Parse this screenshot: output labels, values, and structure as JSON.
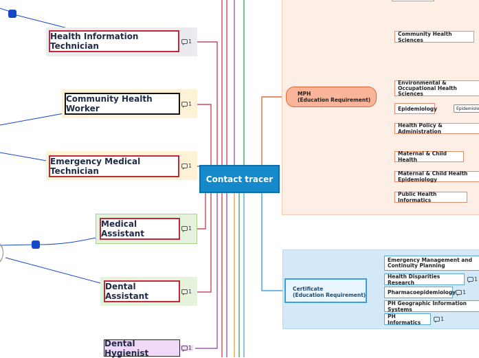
{
  "center": {
    "label": "Contact tracer"
  },
  "left_nodes": [
    {
      "label": "Health Information Technician",
      "comments": "1"
    },
    {
      "label": "Community Health Worker",
      "comments": "1"
    },
    {
      "label": "Emergency Medical Technician",
      "comments": "1"
    },
    {
      "label": "Medical Assistant",
      "comments": "1"
    },
    {
      "label": "Dental Assistant",
      "comments": "1"
    },
    {
      "label": "Dental Hygienist",
      "comments": "1"
    }
  ],
  "mph": {
    "label": "MPH\n(Education Requirement)",
    "items": [
      {
        "label": "Community Health Sciences"
      },
      {
        "label": "Environmental & Occupational Health Sciences"
      },
      {
        "label": "Epidemiology",
        "sub": "Epidemiology"
      },
      {
        "label": "Health Policy & Administration"
      },
      {
        "label": "Maternal & Child Health"
      },
      {
        "label": "Maternal & Child Health Epidemiology"
      },
      {
        "label": "Public Health Informatics"
      }
    ]
  },
  "certificate": {
    "label": "Certificate\n(Education Requirement)",
    "items": [
      {
        "label": "Emergency Management and Continuity Planning"
      },
      {
        "label": "Health Disparities Research",
        "comments": "1"
      },
      {
        "label": "Pharmacoepidemiology",
        "comments": "1"
      },
      {
        "label": "PH Geographic Information Systems"
      },
      {
        "label": "PH Informatics",
        "comments": "1"
      }
    ]
  },
  "colors": {
    "center": "#1589c9",
    "mph_fill": "#fdeee6",
    "cert_fill": "#d3e9f8",
    "red_border": "#c0283a"
  }
}
